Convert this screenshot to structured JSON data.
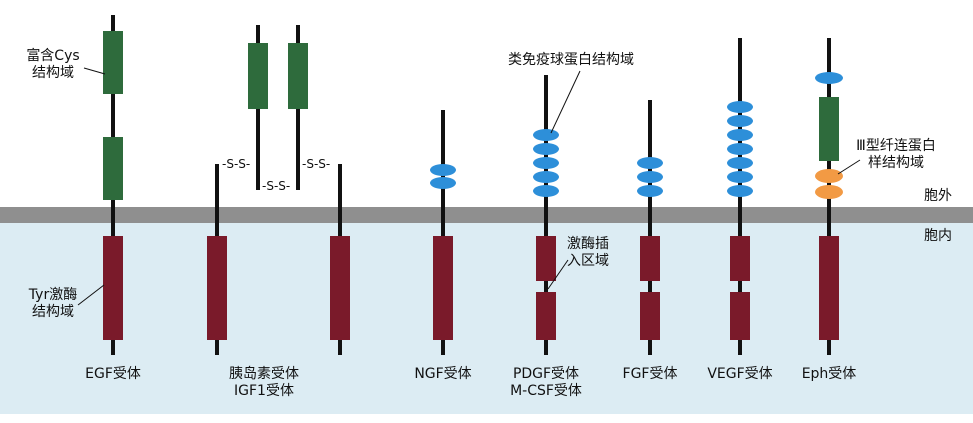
{
  "regions": {
    "extracellular_label": "胞外",
    "intracellular_label": "胞内"
  },
  "annotations": {
    "cys_domain": [
      "富含Cys",
      "结构域"
    ],
    "tyr_kinase_domain": [
      "Tyr激酶",
      "结构域"
    ],
    "ig_domain": "类免疫球蛋白结构域",
    "kinase_insert": [
      "激酶插",
      "入区域"
    ],
    "fn3_domain": [
      "Ⅲ型纤连蛋白",
      "样结构域"
    ],
    "disulfide": "-S-S-"
  },
  "receptors": {
    "egf": "EGF受体",
    "insulin": [
      "胰岛素受体",
      "IGF1受体"
    ],
    "ngf": "NGF受体",
    "pdgf": [
      "PDGF受体",
      "M-CSF受体"
    ],
    "fgf": "FGF受体",
    "vegf": "VEGF受体",
    "eph": "Eph受体"
  },
  "colors": {
    "membrane": "#8f8f8f",
    "intracellular_bg": "#dcecf3",
    "cys_domain": "#2e6b3c",
    "kinase_domain": "#7a1a2a",
    "ig_domain": "#2d8fd9",
    "fn3_domain": "#f29a44",
    "backbone": "#111111"
  }
}
